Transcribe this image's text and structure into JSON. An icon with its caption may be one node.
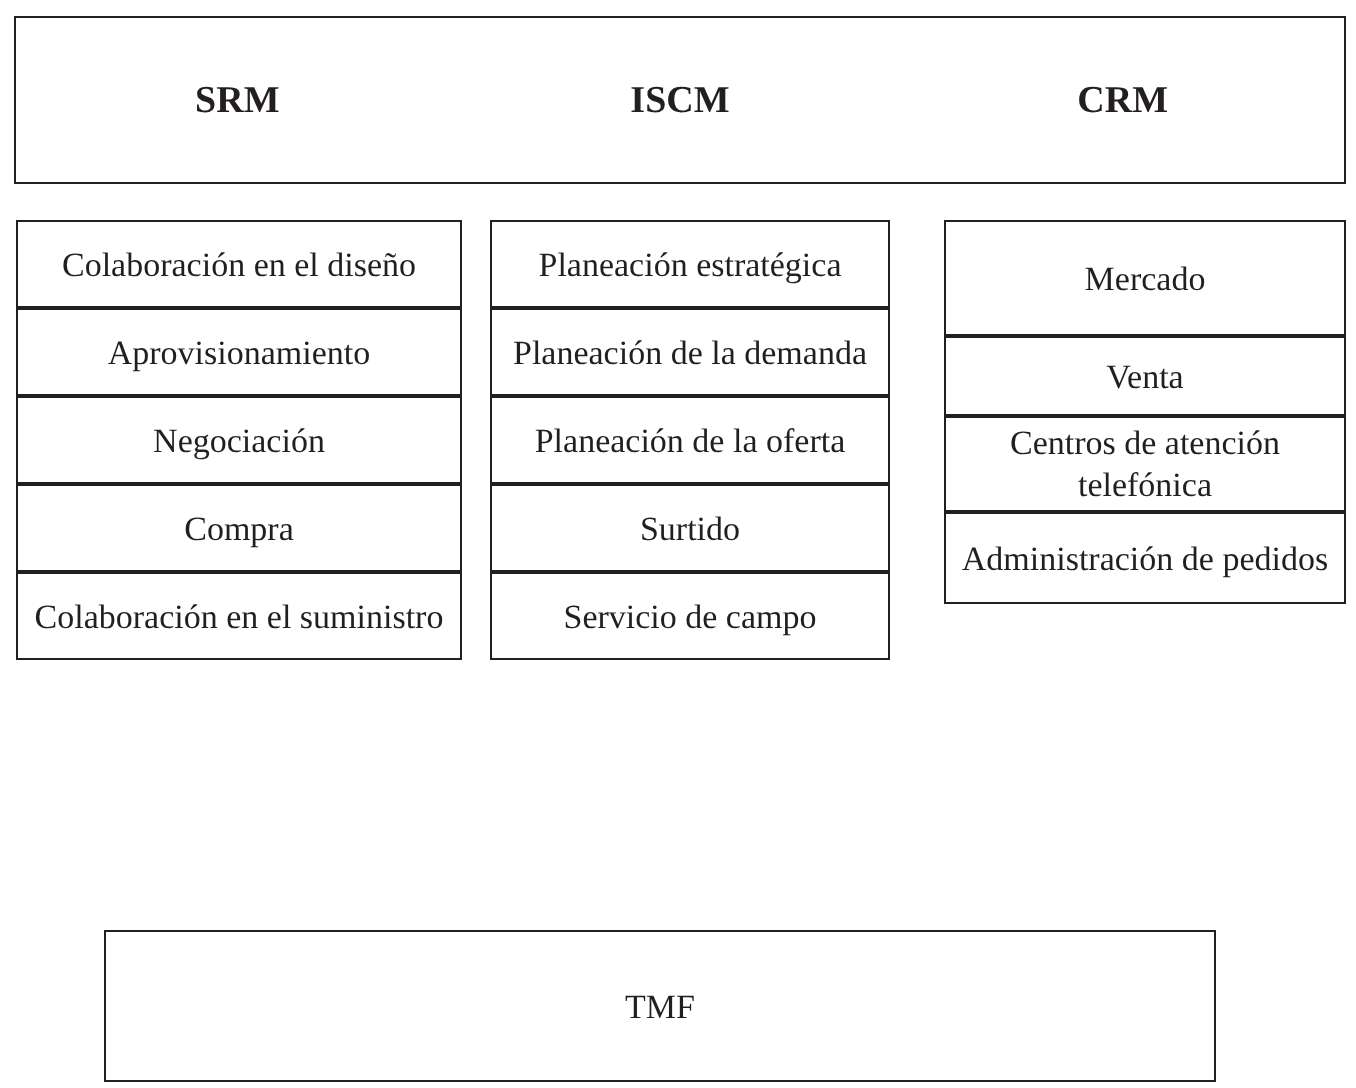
{
  "diagram": {
    "nodes": [
      {
        "text": [
          "SRM",
          "ISCM",
          "CRM"
        ]
      },
      {
        "text": [
          "Colaboración en el diseño"
        ]
      },
      {
        "text": [
          "Aprovisionamiento"
        ]
      },
      {
        "text": [
          "Negociación"
        ]
      },
      {
        "text": [
          "Compra"
        ]
      },
      {
        "text": [
          "Colaboración en el suministro"
        ]
      },
      {
        "text": [
          "Planeación estratégica"
        ]
      },
      {
        "text": [
          "Planeación de la demanda"
        ]
      },
      {
        "text": [
          "Planeación de la oferta"
        ]
      },
      {
        "text": [
          "Surtido"
        ]
      },
      {
        "text": [
          "Servicio de campo"
        ]
      },
      {
        "text": [
          "Mercado"
        ]
      },
      {
        "text": [
          "Venta"
        ]
      },
      {
        "text": [
          "Centros de atención telefónica"
        ]
      },
      {
        "text": [
          "Administración de pedidos"
        ]
      },
      {
        "text": [
          "TMF"
        ]
      }
    ]
  }
}
